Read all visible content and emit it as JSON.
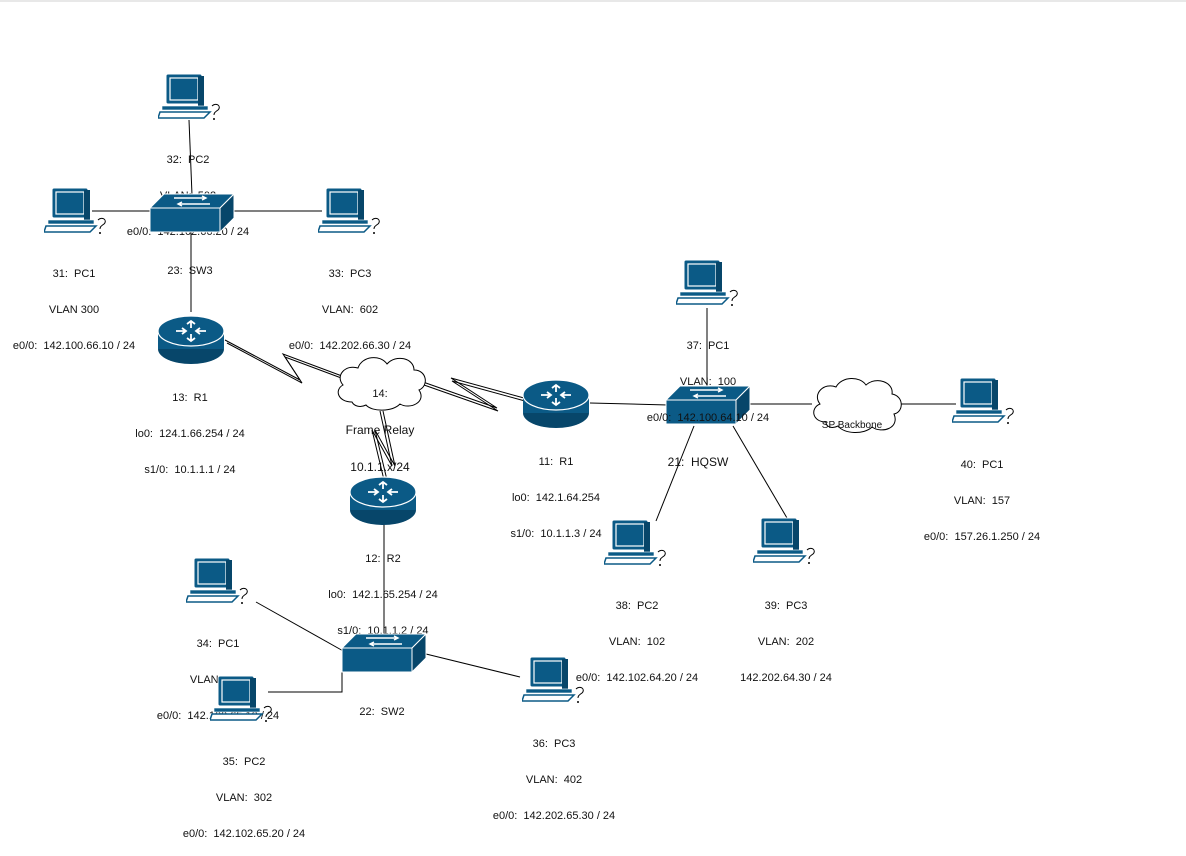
{
  "colors": {
    "device": "#0b5a86",
    "device_dark": "#07466a",
    "link": "#000000",
    "cloud_fill": "#ffffff"
  },
  "nodes": {
    "pc_32": {
      "icon": "pc-icon",
      "lines": [
        "32:  PC2",
        "VLAN:  502",
        "e0/0:  142.102.66.20 / 24"
      ]
    },
    "pc_31": {
      "icon": "pc-icon",
      "lines": [
        "31:  PC1",
        "VLAN 300",
        "e0/0:  142.100.66.10 / 24"
      ]
    },
    "pc_33": {
      "icon": "pc-icon",
      "lines": [
        "33:  PC3",
        "VLAN:  602",
        "e0/0:  142.202.66.30 / 24"
      ]
    },
    "sw_23": {
      "icon": "switch-icon",
      "lines": [
        "23:  SW3"
      ]
    },
    "r_13": {
      "icon": "router-icon",
      "lines": [
        "13:  R1",
        "lo0:  124.1.66.254 / 24",
        "s1/0:  10.1.1.1 / 24"
      ]
    },
    "fr_14": {
      "icon": "cloud-icon",
      "lines": [
        "14:",
        "Frame Relay",
        "10.1.1.x/24"
      ]
    },
    "r_11": {
      "icon": "router-icon",
      "lines": [
        "11:  R1",
        "lo0:  142.1.64.254",
        "s1/0:  10.1.1.3 / 24"
      ]
    },
    "r_12": {
      "icon": "router-icon",
      "lines": [
        "12:  R2",
        "lo0:  142.1.65.254 / 24",
        "s1/0:  10.1.1.2 / 24"
      ]
    },
    "sw_21": {
      "icon": "switch-icon",
      "lines": [
        "21:  HQSW"
      ]
    },
    "pc_37": {
      "icon": "pc-icon",
      "lines": [
        "37:  PC1",
        "VLAN:  100",
        "e0/0:  142.100.64.10 / 24"
      ]
    },
    "sp": {
      "icon": "cloud-icon",
      "lines": [
        "SP Backbone"
      ]
    },
    "pc_40": {
      "icon": "pc-icon",
      "lines": [
        "40:  PC1",
        "VLAN:  157",
        "e0/0:  157.26.1.250 / 24"
      ]
    },
    "pc_38": {
      "icon": "pc-icon",
      "lines": [
        "38:  PC2",
        "VLAN:  102",
        "e0/0:  142.102.64.20 / 24"
      ]
    },
    "pc_39": {
      "icon": "pc-icon",
      "lines": [
        "39:  PC3",
        "VLAN:  202",
        "142.202.64.30 / 24"
      ]
    },
    "pc_34": {
      "icon": "pc-icon",
      "lines": [
        "34:  PC1",
        "VLAN:  200",
        "e0/0:  142.100.65.10 / 24"
      ]
    },
    "sw_22": {
      "icon": "switch-icon",
      "lines": [
        "22:  SW2"
      ]
    },
    "pc_35": {
      "icon": "pc-icon",
      "lines": [
        "35:  PC2",
        "VLAN:  302",
        "e0/0:  142.102.65.20 / 24"
      ]
    },
    "pc_36": {
      "icon": "pc-icon",
      "lines": [
        "36:  PC3",
        "VLAN:  402",
        "e0/0:  142.202.65.30 / 24"
      ]
    }
  }
}
